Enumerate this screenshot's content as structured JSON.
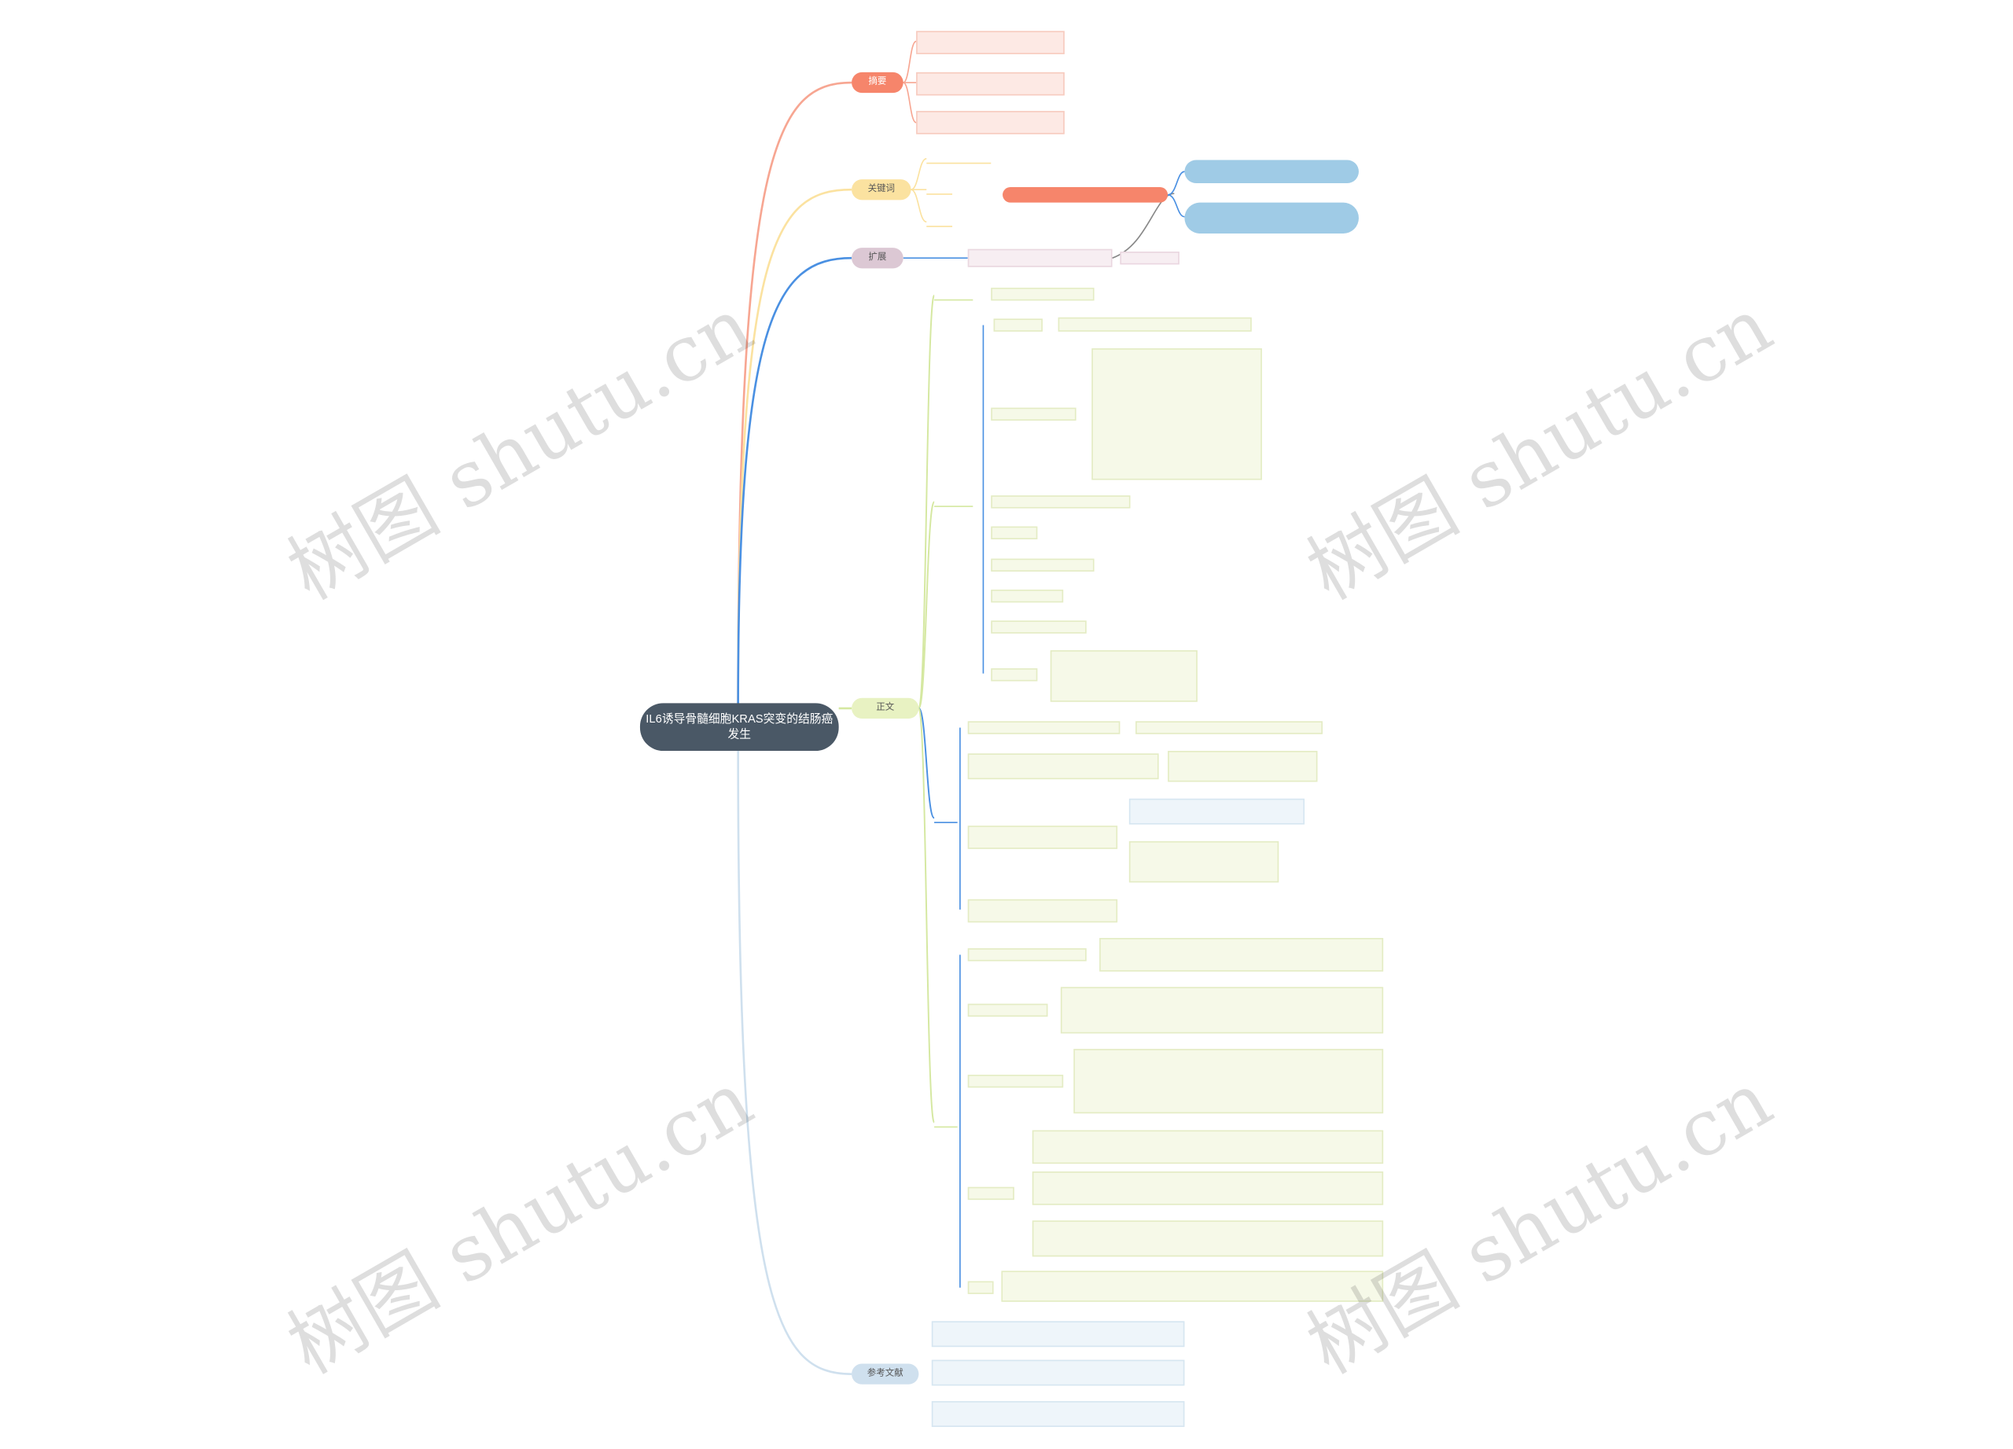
{
  "root": "IL6诱导骨髓细胞KRAS突变的结肠癌发生",
  "branches": {
    "abstract": "摘要",
    "keywords": "关键词",
    "expand": "扩展",
    "body": "正文",
    "references": "参考文献"
  },
  "abstract_items": [
    "",
    "",
    ""
  ],
  "keyword_items": [
    "",
    "",
    ""
  ],
  "expand_items": [
    "",
    "",
    "",
    "",
    ""
  ],
  "body_sections": [
    "",
    "",
    "",
    ""
  ],
  "ref_items": [
    "",
    "",
    ""
  ],
  "watermark": "树图 shutu.cn",
  "colors": {
    "root": "#4a5866",
    "abstract": "#f6856b",
    "keywords": "#fbe2a0",
    "expand": "#dcc8d4",
    "body": "#e8f2c2",
    "references": "#cfe0ee",
    "link_blue": "#4a90e2",
    "link_green": "#d5e8a1"
  }
}
